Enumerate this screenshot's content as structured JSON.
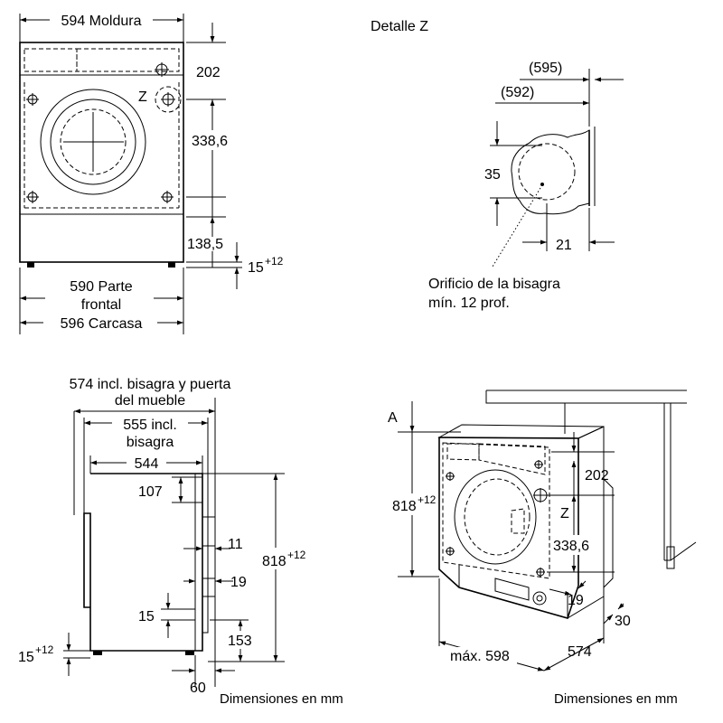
{
  "front_view": {
    "moldura": "594 Moldura",
    "dim_202": "202",
    "marker_z": "Z",
    "dim_338": "338,6",
    "dim_138": "138,5",
    "dim_15": "15",
    "tol_12": "+12",
    "parte_frontal_1": "590 Parte",
    "parte_frontal_2": "frontal",
    "carcasa": "596 Carcasa"
  },
  "detail_z": {
    "title": "Detalle Z",
    "dim_595": "(595)",
    "dim_592": "(592)",
    "dim_35": "35",
    "dim_21": "21",
    "note_1": "Orificio de la bisagra",
    "note_2": "mín. 12 prof."
  },
  "side_view": {
    "dim_574_1": "574 incl. bisagra y puerta",
    "dim_574_2": "del mueble",
    "dim_555_1": "555 incl.",
    "dim_555_2": "bisagra",
    "dim_544": "544",
    "dim_107": "107",
    "dim_11": "11",
    "dim_19": "19",
    "dim_818": "818",
    "tol_12": "+12",
    "dim_15": "15",
    "dim_153": "153",
    "dim_15b": "15",
    "tol_12b": "+12",
    "dim_60": "60",
    "caption": "Dimensiones en mm"
  },
  "iso_view": {
    "label_a": "A",
    "dim_818": "818",
    "tol_12": "+12",
    "dim_202": "202",
    "marker_z": "Z",
    "dim_338": "338,6",
    "dim_19": "19",
    "dim_30": "30",
    "dim_598": "máx. 598",
    "dim_574": "574",
    "caption": "Dimensiones en mm"
  }
}
